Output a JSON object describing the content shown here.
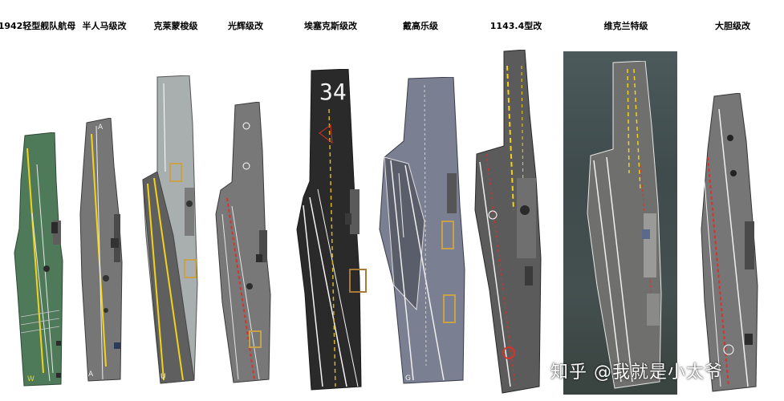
{
  "labels": {
    "l1": "1942轻型舰队航母",
    "l2": "半人马级改",
    "l3": "克莱蒙梭级",
    "l4": "光辉级改",
    "l5": "埃塞克斯级改",
    "l6": "戴高乐级",
    "l7": "1143.4型改",
    "l8": "维克兰特级",
    "l9": "大胆级改"
  },
  "deck_marks": {
    "m1_bow": "A",
    "m1_stern": "A",
    "m0_stern": "W",
    "m2_stern": "U",
    "m4_hull": "34",
    "m5_stern": "G"
  },
  "watermark": "知乎 @我就是小太爷",
  "colors": {
    "green_deck": "#4e7a5a",
    "gray_deck": "#6c6c6c",
    "dark_deck": "#2a2a2a",
    "light_deck": "#a9aeaf",
    "blue_gray_deck": "#7b7f92",
    "yellow_line": "#f2d21a",
    "red_line": "#d8332a",
    "white_line": "#f4f4f4"
  }
}
